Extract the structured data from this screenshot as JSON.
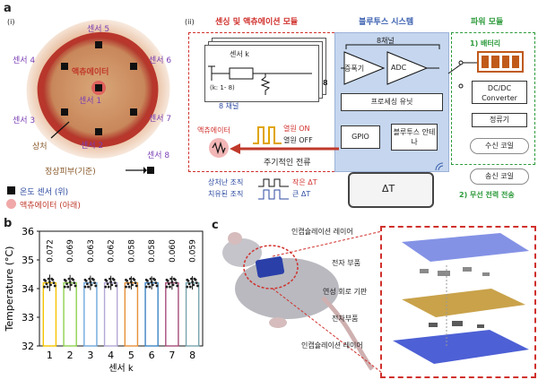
{
  "panel_a": {
    "label": "a",
    "sub_i": "(i)",
    "sub_ii": "(ii)",
    "wound": {
      "sensor_labels": [
        "센서 1",
        "센서 2",
        "센서 3",
        "센서 4",
        "센서 5",
        "센서 6",
        "센서 7",
        "센서 8"
      ],
      "actuator_label": "액츄에이터",
      "wound_label": "상처",
      "normal_skin_label": "정상피부(기준)",
      "legend_sensor": "온도 센서 (위)",
      "legend_actuator": "액츄에이터 (아래)",
      "colors": {
        "sensor_text": "#7b3fb4",
        "wound": "#c0392b",
        "skin": "#e8c3a6"
      }
    },
    "system": {
      "sensing_title": "센싱 및 액츄에이션 모듈",
      "bt_title": "블루투스 시스템",
      "power_title": "파워 모듈",
      "channels_label": "8채널",
      "sensor_k": "센서 k",
      "k_range": "(k: 1- 8)",
      "eight_channel": "8 채널",
      "eight": "8",
      "amp": "증폭기",
      "adc": "ADC",
      "processing": "프로세싱 유닛",
      "gpio": "GPIO",
      "bt_antenna": "블루투스 안테나",
      "actuator": "액츄에이터",
      "heat_on": "열원 ON",
      "heat_off": "열원 OFF",
      "periodic_current": "주기적인 전류",
      "wound_tissue": "상처난 조직",
      "healed_tissue": "치유된 조직",
      "small_dt": "작은 ΔT",
      "large_dt": "큰 ΔT",
      "phone_dt": "ΔT",
      "battery": "1) 배터리",
      "dcdc": "DC/DC Converter",
      "rectifier": "정류기",
      "rx_coil": "수신 코일",
      "tx_coil": "송신 코일",
      "wireless": "2) 무선 전력 전송"
    }
  },
  "panel_b": {
    "label": "b"
  },
  "panel_c": {
    "label": "c",
    "layers": [
      "인캡슐레이션 레이어",
      "전자 부품",
      "연성 회로 기판",
      "전자부품",
      "인캡슐레이션 레이어"
    ]
  },
  "chart_data": {
    "type": "bar",
    "categories": [
      "1",
      "2",
      "3",
      "4",
      "5",
      "6",
      "7",
      "8"
    ],
    "values": [
      34.2,
      34.2,
      34.2,
      34.2,
      34.2,
      34.2,
      34.2,
      34.2
    ],
    "errors": [
      0.072,
      0.069,
      0.063,
      0.062,
      0.058,
      0.058,
      0.06,
      0.059
    ],
    "error_labels": [
      "0.072",
      "0.069",
      "0.063",
      "0.062",
      "0.058",
      "0.058",
      "0.060",
      "0.059"
    ],
    "xlabel": "센서 k",
    "ylabel": "Temperature (°C)",
    "ylim": [
      32,
      36
    ],
    "yticks": [
      "32",
      "33",
      "34",
      "35",
      "36"
    ],
    "bar_colors": [
      "#f5c400",
      "#8fd14f",
      "#6fa8dc",
      "#b4a7d6",
      "#e69138",
      "#3d85c6",
      "#a64d79",
      "#76a5af"
    ]
  }
}
